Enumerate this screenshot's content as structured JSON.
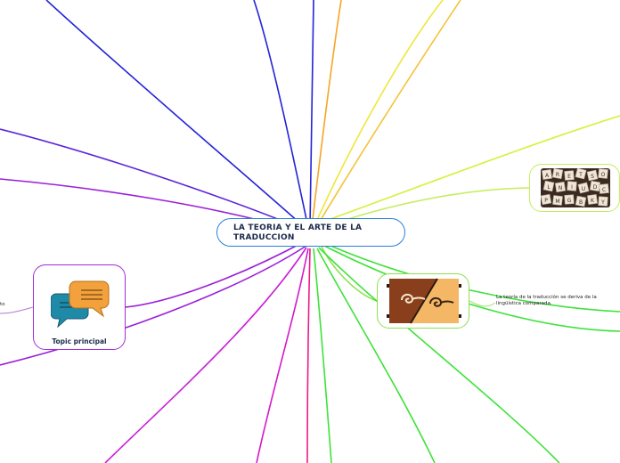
{
  "map": {
    "central_topic": "LA TEORIA Y EL ARTE DE LA TRADUCCION",
    "topic_node_label": "Topic principal",
    "theory_note": "La teoría de la traducción se deriva de la lingüística comparada.",
    "left_fragment": "to"
  },
  "colors": {
    "blue": "#2323d8",
    "orange": "#f5a623",
    "yellow": "#f0e63a",
    "yellow_green": "#d7f03a",
    "lime": "#b8ee4a",
    "green": "#3ee23a",
    "bright_green": "#2fe06a",
    "purple": "#9a1fd8",
    "magenta": "#d419c8",
    "pink": "#ee1a8a",
    "violet": "#5a24d8"
  },
  "icons": [
    "speech-bubbles-icon",
    "scroll-ornament-icon",
    "letter-tiles-icon"
  ]
}
